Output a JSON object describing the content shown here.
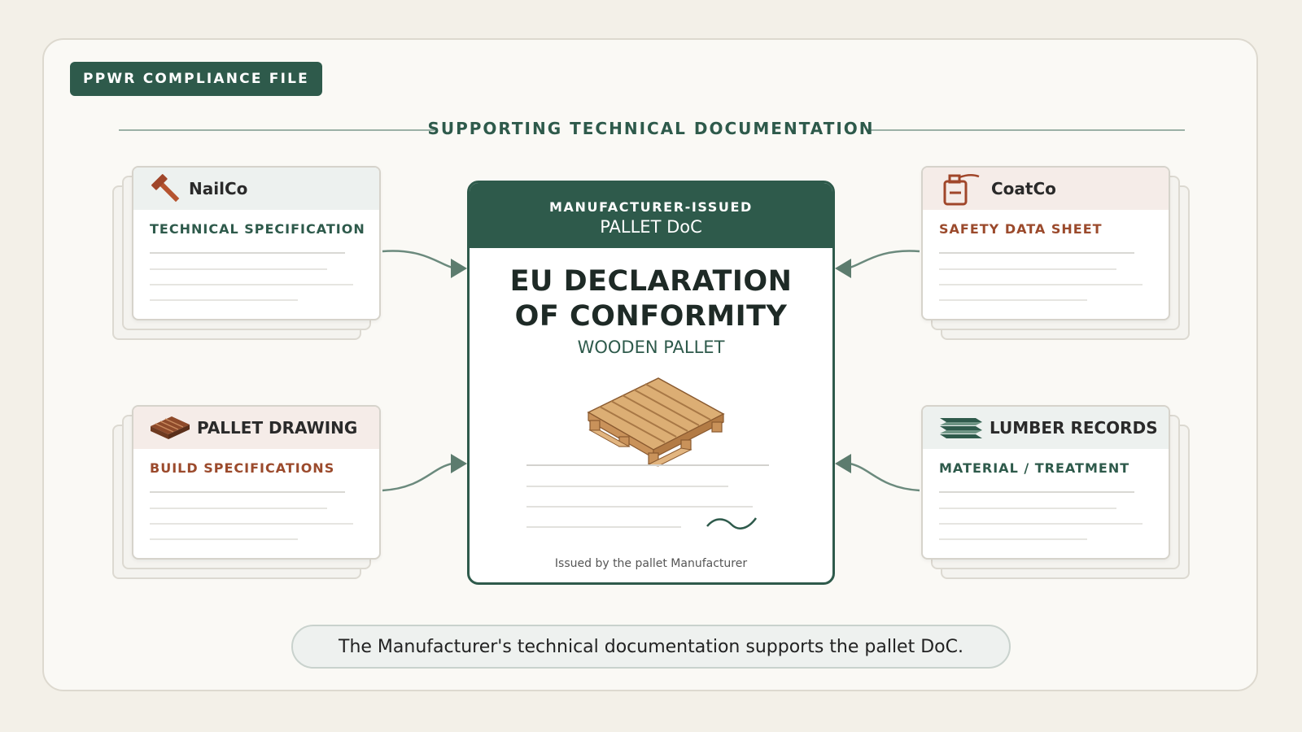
{
  "badge": "PPWR COMPLIANCE FILE",
  "section_title": "SUPPORTING TECHNICAL DOCUMENTATION",
  "cards": {
    "nailco": {
      "title": "NailCo",
      "subtitle": "TECHNICAL SPECIFICATION",
      "icon": "hammer-icon"
    },
    "pallet_drawing": {
      "title": "PALLET DRAWING",
      "subtitle": "BUILD SPECIFICATIONS",
      "icon": "pallet-icon"
    },
    "coatco": {
      "title": "CoatCo",
      "subtitle": "SAFETY DATA SHEET",
      "icon": "paint-can-icon"
    },
    "lumber_records": {
      "title": "LUMBER RECORDS",
      "subtitle": "MATERIAL / TREATMENT",
      "icon": "lumber-stack-icon"
    }
  },
  "doc": {
    "header_line1": "MANUFACTURER-ISSUED",
    "header_line2": "PALLET DoC",
    "title_line1": "EU DECLARATION",
    "title_line2": "OF CONFORMITY",
    "subtitle": "WOODEN PALLET",
    "footer": "Issued by the pallet Manufacturer"
  },
  "caption": "The Manufacturer's technical documentation supports the pallet DoC.",
  "colors": {
    "accent_green": "#2e5a4b",
    "accent_rust": "#9b4a2c",
    "background": "#f3f0e8"
  }
}
